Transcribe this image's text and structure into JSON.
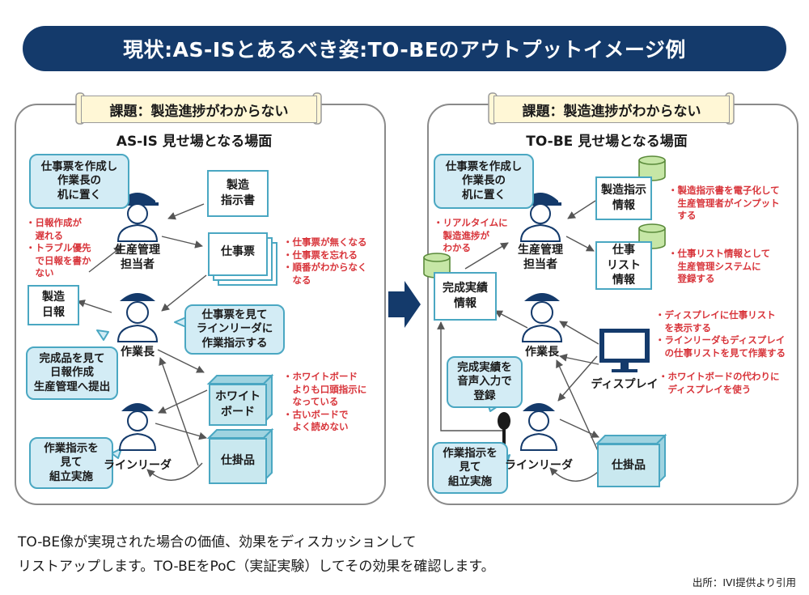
{
  "title": "現状:AS-ISとあるべき姿:TO-BEのアウトプットイメージ例",
  "asis": {
    "issue": "課題：製造進捗がわからない",
    "heading": "AS-IS 見せ場となる場面",
    "bubble_manager": [
      "仕事票を作成し",
      "作業長の",
      "机に置く"
    ],
    "manager_issues": [
      "・日報作成が",
      "　遅れる",
      "・トラブル優先",
      "　で日報を書か",
      "　ない"
    ],
    "manager_label": [
      "生産管理",
      "担当者"
    ],
    "doc_instruction": [
      "製造",
      "指示書"
    ],
    "doc_ticket": "仕事票",
    "ticket_issues": [
      "・仕事票が無くなる",
      "・仕事票を忘れる",
      "・順番がわからなく",
      "　なる"
    ],
    "doc_report": [
      "製造",
      "日報"
    ],
    "bubble_foreman": [
      "仕事票を見て",
      "ラインリーダに",
      "作業指示する"
    ],
    "foreman_label": "作業長",
    "bubble_report": [
      "完成品を見て",
      "日報作成",
      "生産管理へ提出"
    ],
    "whiteboard": [
      "ホワイト",
      "ボード"
    ],
    "whiteboard_issues": [
      "・ホワイトボード",
      "　よりも口頭指示に",
      "　なっている",
      "・古いボードで",
      "　よく読めない"
    ],
    "bubble_leader": [
      "作業指示を",
      "見て",
      "組立実施"
    ],
    "leader_label": "ラインリーダ",
    "wip": "仕掛品"
  },
  "tobe": {
    "issue": "課題：製造進捗がわからない",
    "heading": "TO-BE 見せ場となる場面",
    "bubble_manager": [
      "仕事票を作成し",
      "作業長の",
      "机に置く"
    ],
    "realtime_note": [
      "・リアルタイムに",
      "　製造進捗が",
      "　わかる"
    ],
    "manager_label": [
      "生産管理",
      "担当者"
    ],
    "db_instruction": [
      "製造指示",
      "情報"
    ],
    "instruction_note": [
      "・製造指示書を電子化して",
      "　生産管理者がインプット",
      "　する"
    ],
    "db_joblist": [
      "仕事",
      "リスト",
      "情報"
    ],
    "joblist_note": [
      "・仕事リスト情報として",
      "　生産管理システムに",
      "　登録する"
    ],
    "db_results": [
      "完成実績",
      "情報"
    ],
    "display_note": [
      "・ディスプレイに仕事リスト",
      "　を表示する",
      "・ラインリーダもディスプレイ",
      "　の仕事リストを見て作業する"
    ],
    "foreman_label": "作業長",
    "display_label": "ディスプレイ",
    "display_note2": [
      "・ホワイトボードの代わりに",
      "　ディスプレイを使う"
    ],
    "bubble_voice": [
      "完成実績を",
      "音声入力で",
      "登録"
    ],
    "bubble_leader": [
      "作業指示を",
      "見て",
      "組立実施"
    ],
    "leader_label": "ラインリーダ",
    "wip": "仕掛品"
  },
  "footer": [
    "TO-BE像が実現された場合の価値、効果をディスカッションして",
    "リストアップします。TO-BEをPoC（実証実験）してその効果を確認します。"
  ],
  "source": "出所：IVI提供より引用",
  "colors": {
    "title_bg": "#143a6b",
    "bubble": "#d3ecf5",
    "accent": "#4aa7c2",
    "note": "#d8343a",
    "scroll": "#fff7d6"
  }
}
